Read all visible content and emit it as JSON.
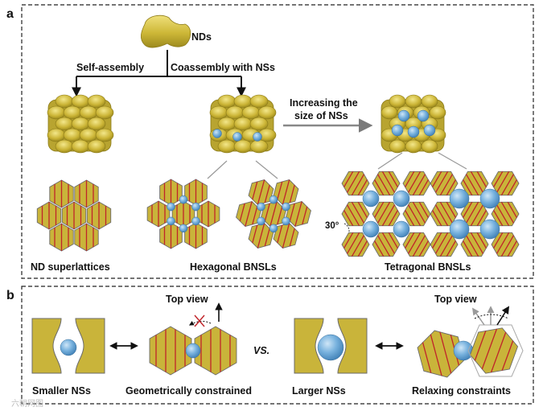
{
  "figure": {
    "panel_a": {
      "letter": "a",
      "nd_label": "NDs",
      "branch_left": "Self-assembly",
      "branch_right": "Coassembly with NSs",
      "increase_label_line1": "Increasing the",
      "increase_label_line2": "size of NSs",
      "angle_label": "30°",
      "caption_nd": "ND superlattices",
      "caption_hex": "Hexagonal BNSLs",
      "caption_tet": "Tetragonal BNSLs"
    },
    "panel_b": {
      "letter": "b",
      "top_view_left": "Top view",
      "top_view_right": "Top view",
      "vs_label": "VS.",
      "caption_smaller": "Smaller NSs",
      "caption_constrained": "Geometrically constrained",
      "caption_larger": "Larger NSs",
      "caption_relaxing": "Relaxing constraints"
    },
    "watermark": "六朝网图",
    "colors": {
      "gold": "#c9b43a",
      "gold_light": "#e6d66a",
      "stripe": "#c0242a",
      "sphere": "#6aa8d8",
      "outline": "#6b6b6b"
    }
  }
}
